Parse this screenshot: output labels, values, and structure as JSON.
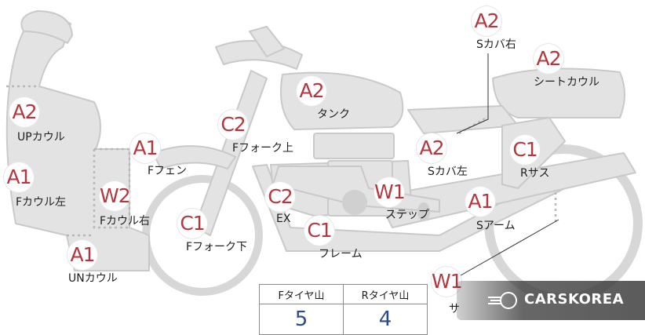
{
  "parts": [
    {
      "id": "s-cover-right",
      "grade": "A2",
      "label": "Sカバ右"
    },
    {
      "id": "seat-cowl",
      "grade": "A2",
      "label": "シートカウル"
    },
    {
      "id": "tank",
      "grade": "A2",
      "label": "タンク"
    },
    {
      "id": "up-cowl",
      "grade": "A2",
      "label": "UPカウル"
    },
    {
      "id": "f-fork-upper",
      "grade": "C2",
      "label": "Fフォーク上"
    },
    {
      "id": "f-fender",
      "grade": "A1",
      "label": "Fフェン"
    },
    {
      "id": "s-cover-left",
      "grade": "A2",
      "label": "Sカバ左"
    },
    {
      "id": "r-suspension",
      "grade": "C1",
      "label": "Rサス"
    },
    {
      "id": "f-cowl-left",
      "grade": "A1",
      "label": "Fカウル左"
    },
    {
      "id": "f-cowl-right",
      "grade": "W2",
      "label": "Fカウル右"
    },
    {
      "id": "exhaust",
      "grade": "C2",
      "label": "EX"
    },
    {
      "id": "step",
      "grade": "W1",
      "label": "ステップ"
    },
    {
      "id": "swing-arm",
      "grade": "A1",
      "label": "Sアーム"
    },
    {
      "id": "f-fork-lower",
      "grade": "C1",
      "label": "Fフォーク下"
    },
    {
      "id": "frame",
      "grade": "C1",
      "label": "フレーム"
    },
    {
      "id": "un-cowl",
      "grade": "A1",
      "label": "UNカウル"
    },
    {
      "id": "side-stand",
      "grade": "W1",
      "label": "サ"
    }
  ],
  "tire_table": {
    "front_header": "Fタイヤ山",
    "rear_header": "Rタイヤ山",
    "front_value": "5",
    "rear_value": "4"
  },
  "watermark": {
    "text": "CARSKOREA"
  },
  "colors": {
    "grade_text": "#b5373d",
    "tire_value": "#2c4b8a",
    "body_fill": "#e3e3e3",
    "outline": "#c9c9c9"
  }
}
